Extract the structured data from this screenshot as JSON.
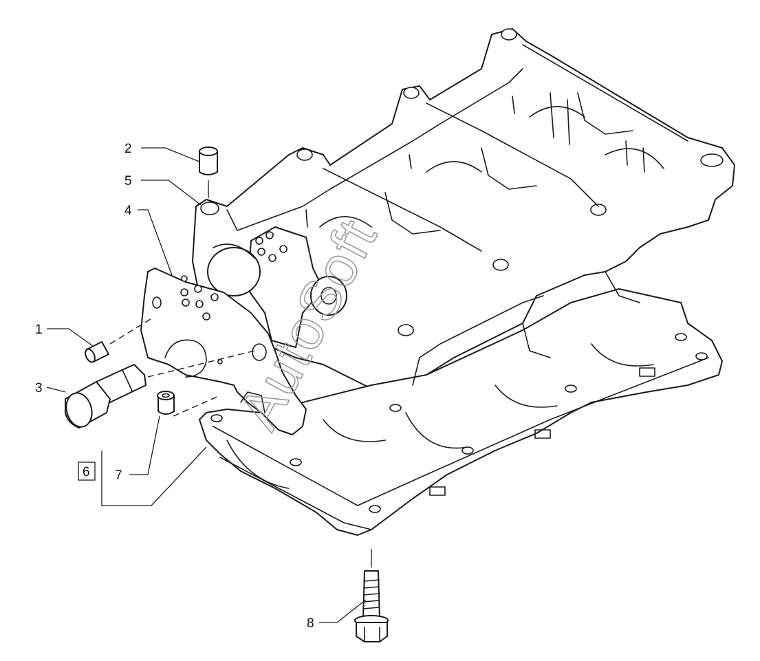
{
  "callouts": {
    "c1": "1",
    "c2": "2",
    "c3": "3",
    "c4": "4",
    "c5": "5",
    "c6": "6",
    "c7": "7",
    "c8": "8"
  },
  "watermark": "AutoSoft",
  "colors": {
    "line": "#1a1a1a",
    "watermark": "#9a9a9a",
    "background": "#ffffff"
  }
}
